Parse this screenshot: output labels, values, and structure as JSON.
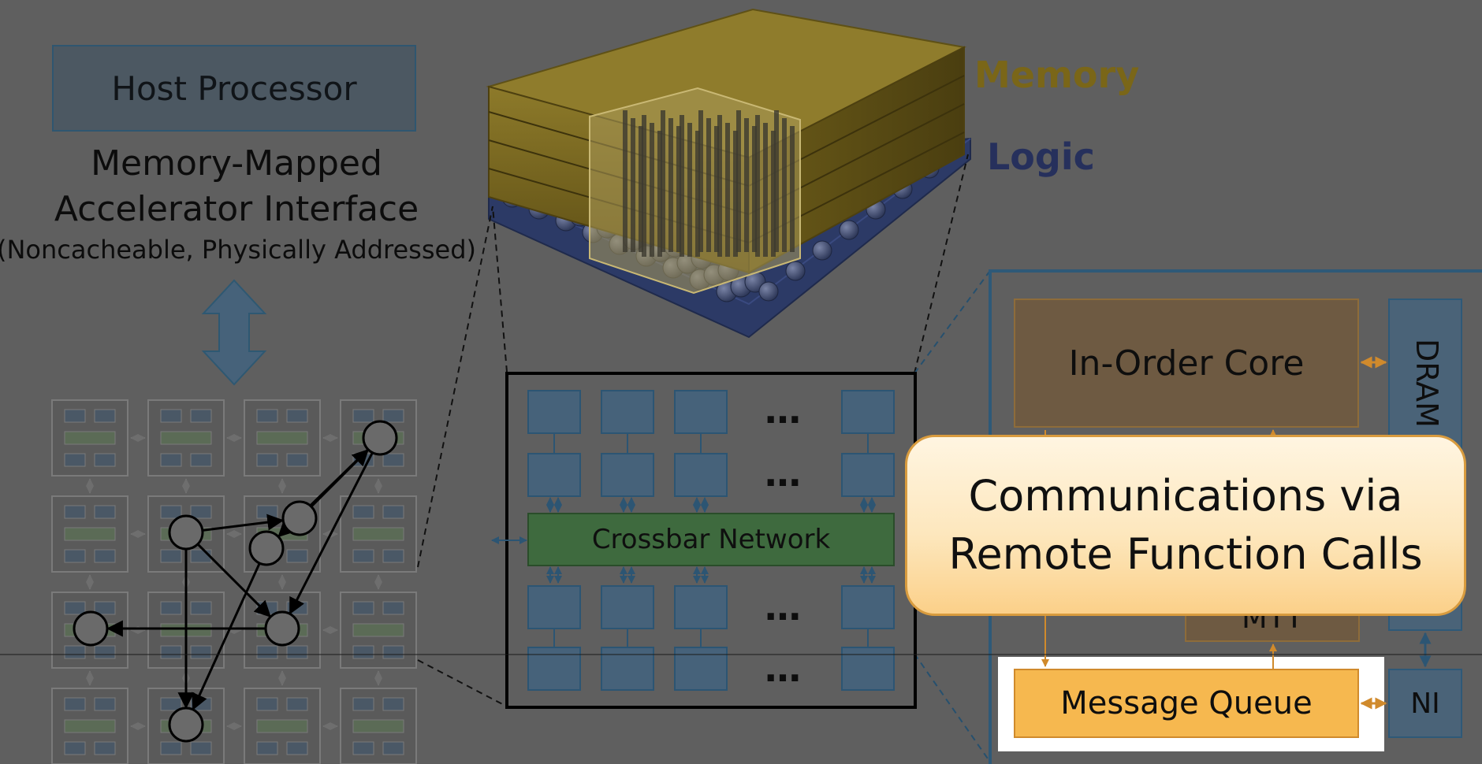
{
  "host": {
    "box_label": "Host Processor",
    "interface_line1": "Memory-Mapped",
    "interface_line2": "Accelerator Interface",
    "interface_line3": "(Noncacheable, Physically Addressed)"
  },
  "stack": {
    "memory_label": "Memory",
    "logic_label": "Logic"
  },
  "crossbar": {
    "label": "Crossbar Network",
    "ellipsis": "…"
  },
  "vault": {
    "core_label": "In-Order Core",
    "dram_label": "DRAM",
    "mtt_label": "MTT",
    "queue_label": "Message Queue",
    "ni_label": "NI"
  },
  "callout": {
    "line1": "Communications via",
    "line2": "Remote Function Calls"
  },
  "colors": {
    "background": "#5f5f5f",
    "memory_text": "#7a6618",
    "logic_text": "#26305c",
    "crossbar_green": "#3e6a3e",
    "vault_brown": "#6e5a42",
    "vault_blue": "#4a6378",
    "queue_orange": "#f6b84f",
    "arrow_orange": "#d08a2c",
    "callout_border": "#d89b3e"
  }
}
